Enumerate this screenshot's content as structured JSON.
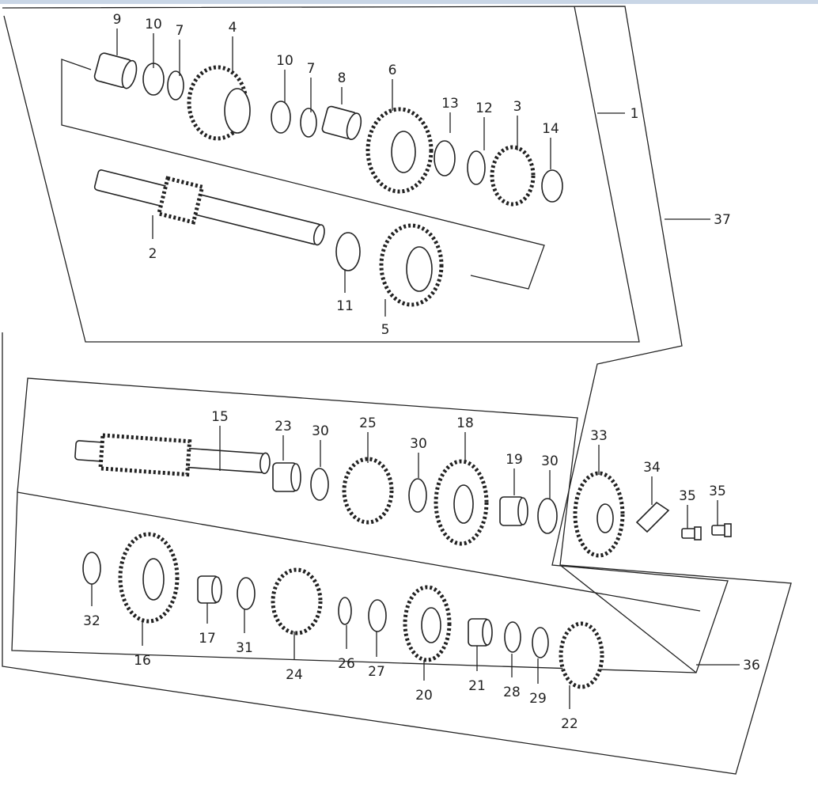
{
  "callouts": {
    "c1": "9",
    "c2": "10",
    "c3": "7",
    "c4": "4",
    "c5": "10",
    "c6": "7",
    "c7": "8",
    "c8": "6",
    "c9": "13",
    "c10": "12",
    "c11": "3",
    "c12": "14",
    "c13": "1",
    "c14": "37",
    "c15": "2",
    "c16": "11",
    "c17": "5",
    "c18": "15",
    "c19": "23",
    "c20": "30",
    "c21": "25",
    "c22": "30",
    "c23": "18",
    "c24": "19",
    "c25": "30",
    "c26": "33",
    "c27": "34",
    "c28": "35",
    "c29": "35",
    "c30": "32",
    "c31": "16",
    "c32": "17",
    "c33": "31",
    "c34": "24",
    "c35": "26",
    "c36": "27",
    "c37": "20",
    "c38": "21",
    "c39": "28",
    "c40": "29",
    "c41": "22",
    "c42": "36"
  }
}
